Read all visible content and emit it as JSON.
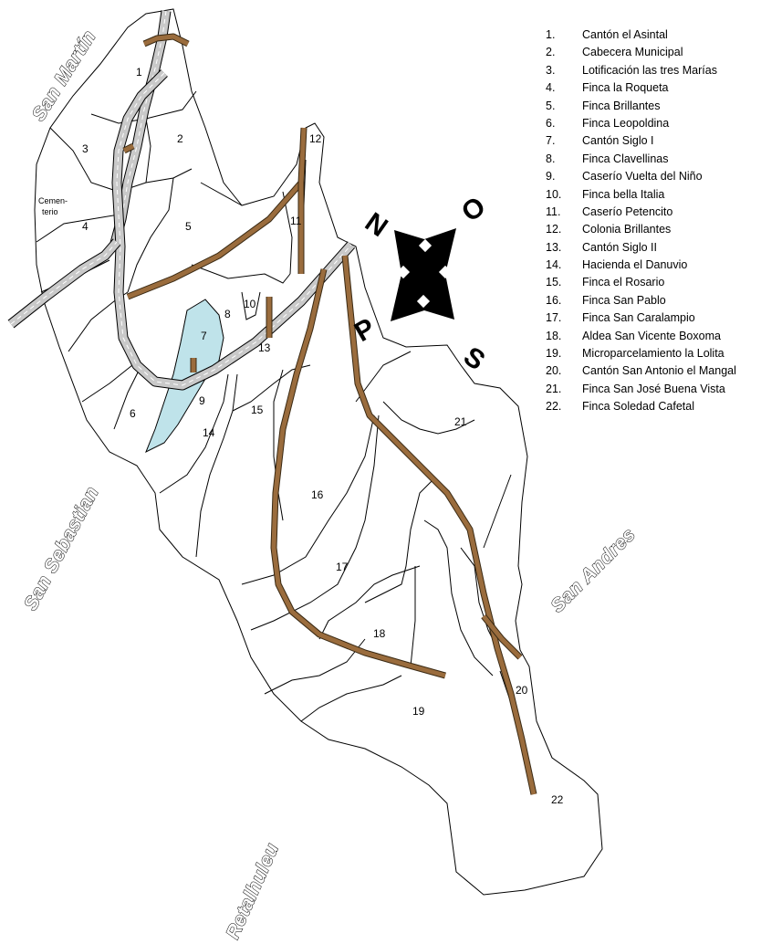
{
  "neighbors": {
    "san_martin": "San Martín",
    "san_sebastian": "San Sebastian",
    "san_andres": "San Andres",
    "retalhuleu": "Retalhuleu"
  },
  "compass": {
    "north": "N",
    "east": "O",
    "west": "P",
    "south": "S"
  },
  "parcel_labels": {
    "p1": "1",
    "p2": "2",
    "p3": "3",
    "p4": "4",
    "p5": "5",
    "p6": "6",
    "p7": "7",
    "p8": "8",
    "p9": "9",
    "p10": "10",
    "p11": "11",
    "p12": "12",
    "p13": "13",
    "p14": "14",
    "p15": "15",
    "p16": "16",
    "p17": "17",
    "p18": "18",
    "p19": "19",
    "p20": "20",
    "p21": "21",
    "p22": "22",
    "cementerio_line1": "Cemen-",
    "cementerio_line2": "terio"
  },
  "legend": [
    {
      "num": "1.",
      "name": "Cantón el Asintal"
    },
    {
      "num": "2.",
      "name": "Cabecera Municipal"
    },
    {
      "num": "3.",
      "name": "Lotificación las tres Marías"
    },
    {
      "num": "4.",
      "name": "Finca la Roqueta"
    },
    {
      "num": "5.",
      "name": "Finca Brillantes"
    },
    {
      "num": "6.",
      "name": "Finca Leopoldina"
    },
    {
      "num": "7.",
      "name": "Cantón Siglo I"
    },
    {
      "num": "8.",
      "name": "Finca Clavellinas"
    },
    {
      "num": "9.",
      "name": "Caserío Vuelta del Niño"
    },
    {
      "num": "10.",
      "name": "Finca bella Italia"
    },
    {
      "num": "11.",
      "name": "Caserío Petencito"
    },
    {
      "num": "12.",
      "name": "Colonia Brillantes"
    },
    {
      "num": "13.",
      "name": "Cantón Siglo II"
    },
    {
      "num": "14.",
      "name": "Hacienda el Danuvio"
    },
    {
      "num": "15.",
      "name": "Finca el Rosario"
    },
    {
      "num": "16.",
      "name": "Finca San Pablo"
    },
    {
      "num": "17.",
      "name": "Finca San Caralampio"
    },
    {
      "num": "18.",
      "name": "Aldea San Vicente Boxoma"
    },
    {
      "num": "19.",
      "name": "Microparcelamiento la Lolita"
    },
    {
      "num": "20.",
      "name": "Cantón San Antonio el Mangal"
    },
    {
      "num": "21.",
      "name": "Finca San José Buena Vista"
    },
    {
      "num": "22.",
      "name": "Finca Soledad Cafetal"
    }
  ],
  "colors": {
    "water": "#bfe3ea",
    "road": "#c9c9c9",
    "track": "#9a6c3d"
  }
}
